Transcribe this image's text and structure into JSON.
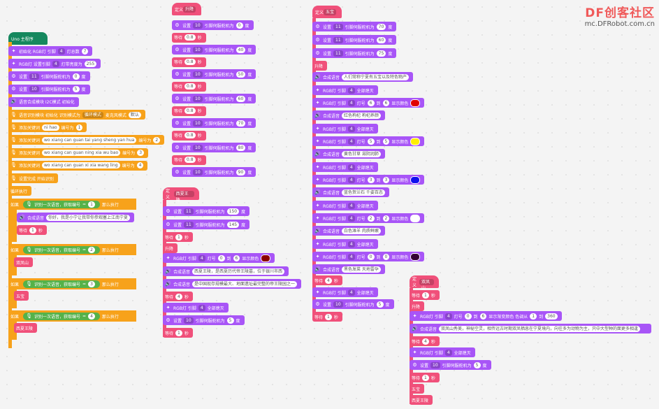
{
  "watermark": {
    "brand": "DF创客社区",
    "url": "mc.DFRobot.com.cn"
  },
  "colors": {
    "servo": "#a855f7",
    "control": "#f7a21b",
    "func": "#f0507a",
    "main": "#15885e",
    "voice": "#55b24a"
  },
  "main_program": {
    "hat": "Uno 主程序",
    "blocks": [
      {
        "icon": "rgb",
        "text": "初始化 RGB灯 引脚",
        "v1": "4",
        "text2": "灯总数",
        "v2": "7"
      },
      {
        "icon": "rgb",
        "text": "RGB灯 设置引脚",
        "v1": "4",
        "text2": "灯带亮度为",
        "v2": "255"
      },
      {
        "icon": "servo",
        "text": "设置",
        "v1": "11",
        "text2": "引脚伺服舵机为",
        "v2": "0",
        "unit": "度"
      },
      {
        "icon": "servo",
        "text": "设置",
        "v1": "10",
        "text2": "引脚伺服舵机为",
        "v2": "5",
        "unit": "度"
      },
      {
        "icon": "voice",
        "text": "语音合成模块 I2C模式 初始化"
      },
      {
        "icon": "ctl",
        "text": "语音识别模块 初始化 识别模式为",
        "v1": "循环模式",
        "text2": "麦克风模式",
        "v2": "默认"
      },
      {
        "icon": "ctl",
        "text": "添加关键词",
        "q": "ni hao",
        "text2": "编号为",
        "v2": "1"
      },
      {
        "icon": "ctl",
        "text": "添加关键词",
        "q": "wo xiang can guan tai yang sheng yan hua",
        "text2": "编号为",
        "v2": "2"
      },
      {
        "icon": "ctl",
        "text": "添加关键词",
        "q": "wo xiang can guan ning xia wu bao",
        "text2": "编号为",
        "v2": "3"
      },
      {
        "icon": "ctl",
        "text": "添加关键词",
        "q": "wo xiang can guan xi xia wang ling",
        "text2": "编号为",
        "v2": "4"
      },
      {
        "icon": "ctl",
        "text": "设置完成 开始识别"
      }
    ],
    "loop_label": "循环执行",
    "if_label": "如果",
    "then_label": "那么执行",
    "recog_text": "识别一次语音，获取编号",
    "eq": "=",
    "if_values": [
      "1",
      "2",
      "3",
      "4"
    ],
    "speak1": "你好，我是小宁让我带你参观塞上江南宁夏",
    "wait_label": "等待",
    "wait1": "1",
    "sec": "秒",
    "calls": [
      "双凤山",
      "五宝",
      "西夏王陵"
    ]
  },
  "func_shuangfeng": {
    "hat_label": "定义",
    "name": "升降",
    "blocks": [
      {
        "text": "设置",
        "v1": "10",
        "text2": "引脚伺服舵机为",
        "v2": "0",
        "unit": "度"
      },
      {
        "wait": "0.8"
      },
      {
        "text": "设置",
        "v1": "10",
        "text2": "引脚伺服舵机为",
        "v2": "40",
        "unit": "度"
      },
      {
        "wait": "0.8"
      },
      {
        "text": "设置",
        "v1": "10",
        "text2": "引脚伺服舵机为",
        "v2": "50",
        "unit": "度"
      },
      {
        "wait": "0.8"
      },
      {
        "text": "设置",
        "v1": "10",
        "text2": "引脚伺服舵机为",
        "v2": "60",
        "unit": "度"
      },
      {
        "wait": "0.8"
      },
      {
        "text": "设置",
        "v1": "10",
        "text2": "引脚伺服舵机为",
        "v2": "70",
        "unit": "度"
      },
      {
        "wait": "0.8"
      },
      {
        "text": "设置",
        "v1": "10",
        "text2": "引脚伺服舵机为",
        "v2": "80",
        "unit": "度"
      },
      {
        "wait": "0.8"
      },
      {
        "text": "设置",
        "v1": "10",
        "text2": "引脚伺服舵机为",
        "v2": "90",
        "unit": "度"
      }
    ]
  },
  "func_xixia": {
    "hat_label": "定义",
    "name": "西夏王陵",
    "s1": {
      "text": "设置",
      "v1": "11",
      "text2": "引脚伺服舵机为",
      "v2": "150",
      "unit": "度"
    },
    "s2": {
      "text": "设置",
      "v1": "11",
      "text2": "引脚伺服舵机为",
      "v2": "145",
      "unit": "度"
    },
    "wait1": "1",
    "call": "升降",
    "rgb": {
      "text": "RGB灯 引脚",
      "v1": "4",
      "t2": "灯号",
      "v2": "0",
      "t3": "到",
      "v3": "6",
      "t4": "显示颜色",
      "color": "#8b0000"
    },
    "speak1": "西夏王陵，是西夏历代帝王陵墓，位于银川市西",
    "speak2": "是中国现存规模最大、地面遗址最完整的帝王陵园之一",
    "wait2": "4",
    "off": {
      "text": "RGB灯 引脚",
      "v1": "4",
      "t2": "全部熄灭"
    },
    "s3": {
      "text": "设置",
      "v1": "10",
      "text2": "引脚伺服舵机为",
      "v2": "5",
      "unit": "度"
    },
    "wait3": "1"
  },
  "func_wubao": {
    "hat_label": "定义",
    "name": "五宝",
    "s1": {
      "text": "设置",
      "v1": "11",
      "text2": "引脚伺服舵机为",
      "v2": "70",
      "unit": "度"
    },
    "s2": {
      "text": "设置",
      "v1": "11",
      "text2": "引脚伺服舵机为",
      "v2": "60",
      "unit": "度"
    },
    "s3": {
      "text": "设置",
      "v1": "11",
      "text2": "引脚伺服舵机为",
      "v2": "75",
      "unit": "度"
    },
    "call": "升降",
    "speak0": "人们常称宁夏有五宝以及特色物产",
    "off": "全部熄灭",
    "rgb_label": "RGB灯 引脚",
    "pin": "4",
    "led": "灯号",
    "to": "到",
    "show": "显示颜色",
    "items": [
      {
        "speak": "红色枸杞 枸杞养颜",
        "from": "6",
        "toV": "6",
        "color": "#e00000"
      },
      {
        "speak": "黄色甘草 滋阴润肺",
        "from": "5",
        "toV": "5",
        "color": "#ffee00"
      },
      {
        "speak": "蓝色贺兰石 千姿百态",
        "from": "3",
        "toV": "3",
        "color": "#1010ee"
      },
      {
        "speak": "白色滩羊 肉质鲜嫩",
        "from": "2",
        "toV": "2",
        "color": "#ffffff"
      },
      {
        "speak": "黑色发菜 天地雷孕",
        "from": "0",
        "toV": "0",
        "color": "#330033"
      }
    ],
    "wait": "4",
    "s4": {
      "text": "设置",
      "v1": "10",
      "text2": "引脚伺服舵机为",
      "v2": "5",
      "unit": "度"
    },
    "wait2": "1"
  },
  "func_shuangfeng2": {
    "hat_label": "定义",
    "name": "双凤山",
    "wait1": "1",
    "call": "升降",
    "rgb": {
      "text": "RGB灯 引脚",
      "v1": "4",
      "t2": "灯号",
      "v2": "0",
      "t3": "到",
      "v3": "6",
      "t4": "显示渐变颜色 色调从",
      "v4": "1",
      "t5": "到",
      "v5": "360"
    },
    "speak": "双凤山秀美，神秘空灵，相传远古时期双凤栖息在宁夏境内，向往多为动物为主，只中大型种的面更多相逢",
    "wait2": "4",
    "off": {
      "text": "RGB灯 引脚",
      "v1": "4",
      "t2": "全部熄灭"
    },
    "s1": {
      "text": "设置",
      "v1": "10",
      "text2": "引脚伺服舵机为",
      "v2": "5",
      "unit": "度"
    },
    "wait3": "1",
    "calls": [
      "五宝",
      "西夏王陵"
    ]
  }
}
